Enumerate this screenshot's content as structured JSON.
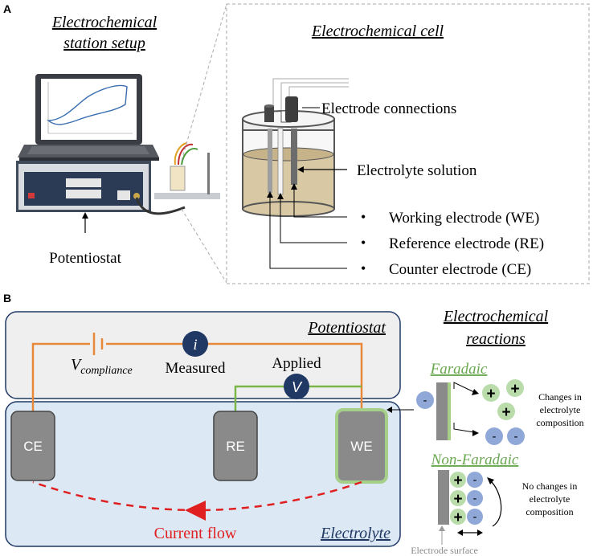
{
  "panel_a": {
    "label": "A",
    "station_title_1": "Electrochemical",
    "station_title_2": "station setup",
    "cell_title": "Electrochemical cell",
    "potentiostat_label": "Potentiostat",
    "labels": {
      "electrode_connections": "Electrode connections",
      "electrolyte_solution": "Electrolyte solution",
      "working_electrode": "Working electrode (WE)",
      "reference_electrode": "Reference electrode (RE)",
      "counter_electrode": "Counter electrode (CE)"
    },
    "bullet": "•"
  },
  "panel_b": {
    "label": "B",
    "potentiostat_title": "Potentiostat",
    "electrolyte_title": "Electrolyte",
    "ce": "CE",
    "re": "RE",
    "we": "WE",
    "i_symbol": "i",
    "v_symbol": "V",
    "measured": "Measured",
    "applied": "Applied",
    "v_compliance_main": "V",
    "v_compliance_sub": "compliance",
    "current_flow": "Current flow",
    "reactions_title_1": "Electrochemical",
    "reactions_title_2": "reactions",
    "faradaic": "Faradaic",
    "non_faradaic": "Non-Faradaic",
    "faradaic_note_1": "Changes in",
    "faradaic_note_2": "electrolyte",
    "faradaic_note_3": "composition",
    "nonfaradaic_note_1": "No changes in",
    "nonfaradaic_note_2": "electrolyte",
    "nonfaradaic_note_3": "composition",
    "electrode_surface": "Electrode surface",
    "plus": "+",
    "minus": "-"
  },
  "colors": {
    "orange_wire": "#e8883a",
    "green_wire": "#7ab648",
    "navy": "#1f3864",
    "electrolyte_bg": "#dce8f4",
    "potentiostat_bg": "#efefef",
    "electrode_gray": "#8a8a8a",
    "current_red": "#e02020",
    "ion_green": "#b9dcaa",
    "ion_blue": "#8fa8d8"
  }
}
